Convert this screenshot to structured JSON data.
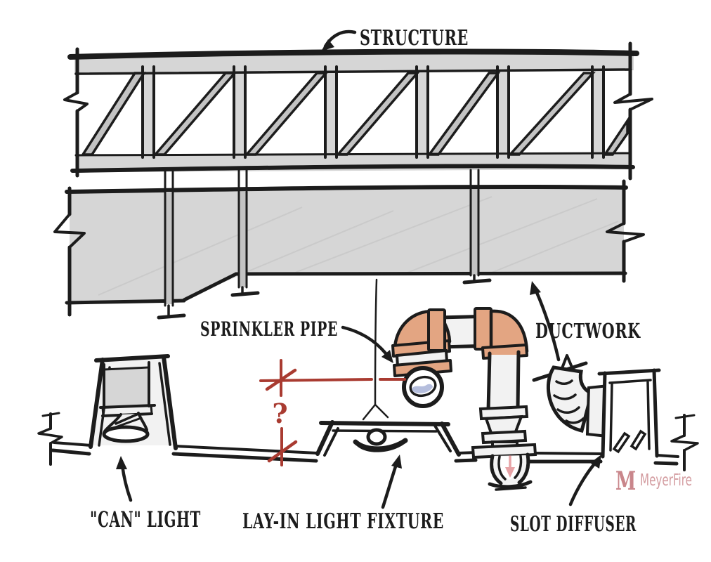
{
  "illustration": "hand-drawn ceiling coordination section sketch",
  "labels": {
    "structure": "STRUCTURE",
    "sprinkler_pipe": "SPRINKLER PIPE",
    "ductwork": "DUCTWORK",
    "can_light": "\"CAN\" LIGHT",
    "lay_in_light_fixture": "LAY-IN LIGHT FIXTURE",
    "slot_diffuser": "SLOT DIFFUSER"
  },
  "dimension": {
    "question_mark": "?"
  },
  "logo": {
    "monogram": "M",
    "name": "MeyerFire"
  },
  "icons": [
    "structure-arrow-icon",
    "sprinkler-pipe-arrow-icon",
    "ductwork-arrow-icon",
    "can-light-arrow-icon",
    "lay-in-arrow-icon",
    "slot-diffuser-arrow-icon",
    "break-line-icon"
  ],
  "colors": {
    "paper": "#ffffff",
    "ink": "#1c1c1c",
    "gray": "#d6d6d6",
    "gray2": "#c3c3c3",
    "copper": "#e3a582",
    "water": "#b5bedd",
    "red": "#a93b31",
    "pink": "#e7a3a6",
    "logoM": "#c9868b",
    "logoT": "#d39b9f"
  }
}
